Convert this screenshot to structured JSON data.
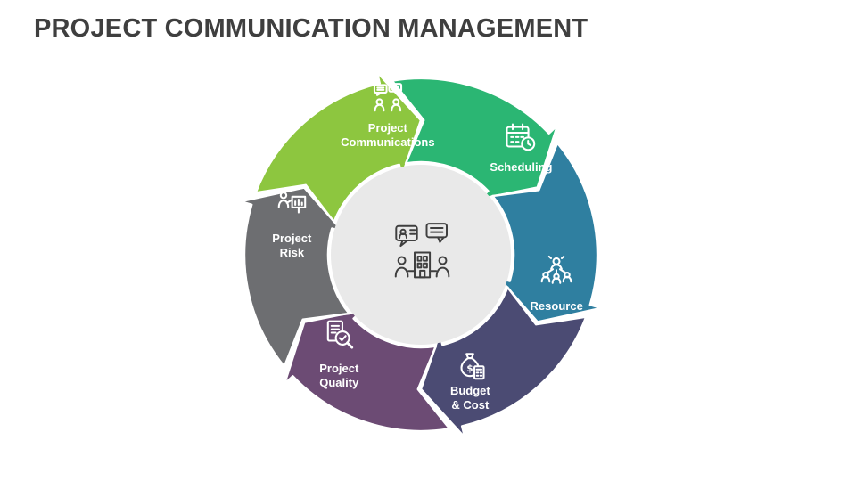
{
  "title": "PROJECT COMMUNICATION MANAGEMENT",
  "diagram": {
    "center_icon": "communication-org-icon",
    "center_color": "#E9E9E9",
    "segments": [
      {
        "id": "project-communications",
        "label": "Project\nCommunications",
        "color": "#8DC63F",
        "icon": "chat-users-icon"
      },
      {
        "id": "scheduling",
        "label": "Scheduling",
        "color": "#2BB673",
        "icon": "calendar-clock-icon"
      },
      {
        "id": "resource",
        "label": "Resource",
        "color": "#2F7FA0",
        "icon": "people-network-icon"
      },
      {
        "id": "budget-cost",
        "label": "Budget\n& Cost",
        "color": "#4B4B73",
        "icon": "money-bag-calculator-icon"
      },
      {
        "id": "project-quality",
        "label": "Project\nQuality",
        "color": "#6C4B74",
        "icon": "quality-search-icon"
      },
      {
        "id": "project-risk",
        "label": "Project\nRisk",
        "color": "#6D6E71",
        "icon": "risk-assessment-icon"
      }
    ]
  }
}
